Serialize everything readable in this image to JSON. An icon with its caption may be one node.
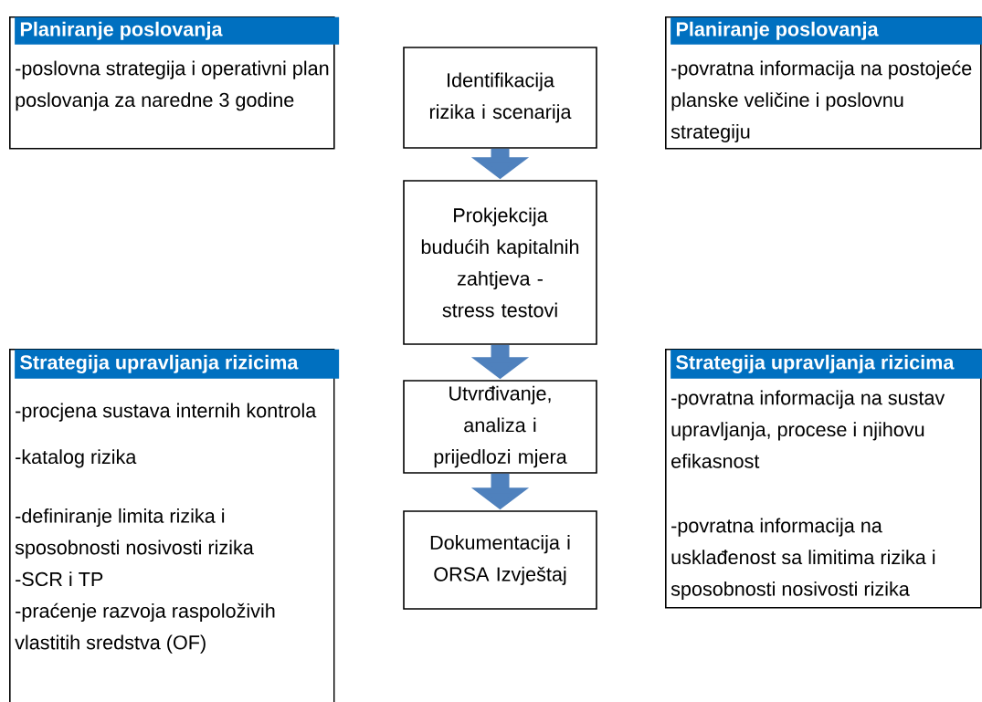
{
  "diagram": {
    "nodes": [
      {
        "text": [
          "Planiranje poslovanja",
          "-poslovna strategija i operativni plan poslovanja za naredne 3 godine"
        ]
      },
      {
        "text": [
          "Identifikacija rizika i scenarija"
        ]
      },
      {
        "text": [
          "Planiranje poslovanja",
          "-povratna informacija na postojeće planske veličine i poslovnu strategiju"
        ]
      },
      {
        "text": [
          "Prokjekcija budućih kapitalnih zahtjeva - stress testovi"
        ]
      },
      {
        "text": [
          "Strategija upravljanja rizicima",
          "-procjena sustava internih kontrola",
          "-katalog rizika",
          "-definiranje limita rizika i sposobnosti nosivosti rizika",
          "-SCR i TP",
          "-praćenje razvoja raspoloživih vlastitih sredstva (OF)"
        ]
      },
      {
        "text": [
          "Utvrđivanje, analiza i prijedlozi mjera"
        ]
      },
      {
        "text": [
          "Strategija upravljanja rizicima",
          "-povratna informacija na sustav upravljanja, procese i njihovu efikasnost",
          "-povratna informacija na usklađenost sa limitima rizika i sposobnosti nosivosti rizika"
        ]
      },
      {
        "text": [
          "Dokumentacija i ORSA Izvještaj"
        ]
      }
    ],
    "edges": [
      {
        "from": 1,
        "to": 3,
        "arrow": "to"
      },
      {
        "from": 3,
        "to": 5,
        "arrow": "to"
      },
      {
        "from": 5,
        "to": 7,
        "arrow": "to"
      }
    ]
  }
}
